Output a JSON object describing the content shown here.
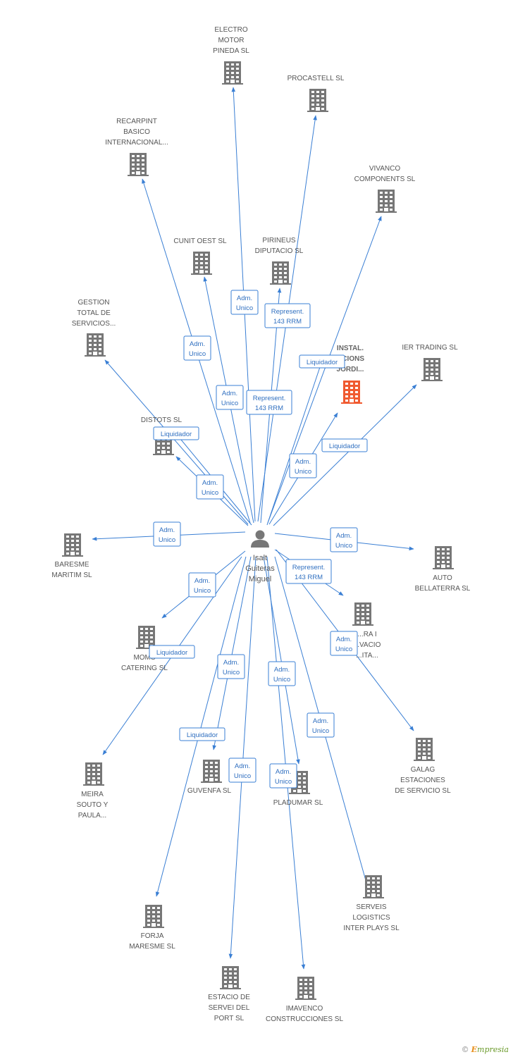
{
  "colors": {
    "edge": "#3a7fd4",
    "edge_text": "#2f6fc0",
    "building": "#777777",
    "building_main": "#f05a30",
    "person": "#777777"
  },
  "center": {
    "name_lines": [
      "Isalt",
      "Guiteras",
      "Miguel"
    ],
    "icon": "person-icon"
  },
  "nodes": [
    {
      "id": "electro-motor-pineda",
      "label": [
        "ELECTRO",
        "MOTOR",
        "PINEDA SL"
      ],
      "icon": "building-icon"
    },
    {
      "id": "procastell",
      "label": [
        "PROCASTELL SL"
      ],
      "icon": "building-icon"
    },
    {
      "id": "recarpint",
      "label": [
        "RECARPINT",
        "BASICO",
        "INTERNACIONAL..."
      ],
      "icon": "building-icon"
    },
    {
      "id": "vivanco",
      "label": [
        "VIVANCO",
        "COMPONENTS SL"
      ],
      "icon": "building-icon"
    },
    {
      "id": "cunit-oest",
      "label": [
        "CUNIT OEST SL"
      ],
      "icon": "building-icon"
    },
    {
      "id": "pirineus",
      "label": [
        "PIRINEUS",
        "DIPUTACIO SL"
      ],
      "icon": "building-icon"
    },
    {
      "id": "gestion-total",
      "label": [
        "GESTION",
        "TOTAL DE",
        "SERVICIOS..."
      ],
      "icon": "building-icon"
    },
    {
      "id": "instal-jordi",
      "label": [
        "INSTAL.",
        "...CIONS",
        "JORDI..."
      ],
      "icon": "building-icon",
      "main": true
    },
    {
      "id": "ier-trading",
      "label": [
        "IER TRADING SL"
      ],
      "icon": "building-icon"
    },
    {
      "id": "distots",
      "label": [
        "DISTOTS SL"
      ],
      "icon": "building-icon"
    },
    {
      "id": "baresme-maritim",
      "label": [
        "BARESME",
        "MARITIM  SL"
      ],
      "icon": "building-icon"
    },
    {
      "id": "auto-bellaterra",
      "label": [
        "AUTO",
        "BELLATERRA SL"
      ],
      "icon": "building-icon"
    },
    {
      "id": "mora-servacio",
      "label": [
        "...RA I",
        "...VACIO",
        "...ITA..."
      ],
      "icon": "building-icon"
    },
    {
      "id": "moms-catering",
      "label": [
        "MOMS",
        "CATERING SL"
      ],
      "icon": "building-icon"
    },
    {
      "id": "galag",
      "label": [
        "GALAG",
        "ESTACIONES",
        "DE SERVICIO SL"
      ],
      "icon": "building-icon"
    },
    {
      "id": "meira-souto",
      "label": [
        "MEIRA",
        "SOUTO Y",
        "PAULA..."
      ],
      "icon": "building-icon"
    },
    {
      "id": "guvenfa",
      "label": [
        "GUVENFA SL"
      ],
      "icon": "building-icon"
    },
    {
      "id": "pladumar",
      "label": [
        "PLADUMAR SL"
      ],
      "icon": "building-icon"
    },
    {
      "id": "serveis-logistics",
      "label": [
        "SERVEIS",
        "LOGISTICS",
        "INTER PLAYS SL"
      ],
      "icon": "building-icon"
    },
    {
      "id": "forja-maresme",
      "label": [
        "FORJA",
        "MARESME SL"
      ],
      "icon": "building-icon"
    },
    {
      "id": "estacio-servei-port",
      "label": [
        "ESTACIO DE",
        "SERVEI DEL",
        "PORT  SL"
      ],
      "icon": "building-icon"
    },
    {
      "id": "imavenco",
      "label": [
        "IMAVENCO",
        "CONSTRUCCIONES SL"
      ],
      "icon": "building-icon"
    }
  ],
  "edges": [
    {
      "to": "electro-motor-pineda",
      "label": [
        "Adm.",
        "Unico"
      ]
    },
    {
      "to": "procastell",
      "label": [
        "Represent.",
        "143 RRM"
      ]
    },
    {
      "to": "recarpint",
      "label": [
        "Adm.",
        "Unico"
      ]
    },
    {
      "to": "vivanco",
      "label": []
    },
    {
      "to": "cunit-oest",
      "label": [
        "Adm.",
        "Unico"
      ]
    },
    {
      "to": "pirineus",
      "label": [
        "Represent.",
        "143 RRM"
      ]
    },
    {
      "to": "gestion-total",
      "label": []
    },
    {
      "to": "instal-jordi",
      "label": [
        "Adm.",
        "Unico"
      ]
    },
    {
      "to": "ier-trading",
      "label": [
        "Liquidador"
      ]
    },
    {
      "to": "distots",
      "label": [
        "Adm.",
        "Unico"
      ]
    },
    {
      "to": "distots",
      "label": [
        "Liquidador"
      ]
    },
    {
      "to": "vivanco",
      "label": [
        "Liquidador"
      ]
    },
    {
      "to": "baresme-maritim",
      "label": [
        "Adm.",
        "Unico"
      ]
    },
    {
      "to": "auto-bellaterra",
      "label": [
        "Adm.",
        "Unico"
      ]
    },
    {
      "to": "mora-servacio",
      "label": [
        "Represent.",
        "143 RRM"
      ]
    },
    {
      "to": "moms-catering",
      "label": [
        "Adm.",
        "Unico"
      ]
    },
    {
      "to": "galag",
      "label": [
        "Adm.",
        "Unico"
      ]
    },
    {
      "to": "meira-souto",
      "label": [
        "Liquidador"
      ]
    },
    {
      "to": "guvenfa",
      "label": [
        "Adm.",
        "Unico"
      ]
    },
    {
      "to": "forja-maresme",
      "label": [
        "Liquidador"
      ]
    },
    {
      "to": "pladumar",
      "label": [
        "Adm.",
        "Unico"
      ]
    },
    {
      "to": "serveis-logistics",
      "label": [
        "Adm.",
        "Unico"
      ]
    },
    {
      "to": "estacio-servei-port",
      "label": [
        "Adm.",
        "Unico"
      ]
    },
    {
      "to": "imavenco",
      "label": [
        "Adm.",
        "Unico"
      ]
    }
  ],
  "credit": {
    "copyright": "©",
    "brand_initial": "E",
    "brand_rest": "mpresia"
  }
}
